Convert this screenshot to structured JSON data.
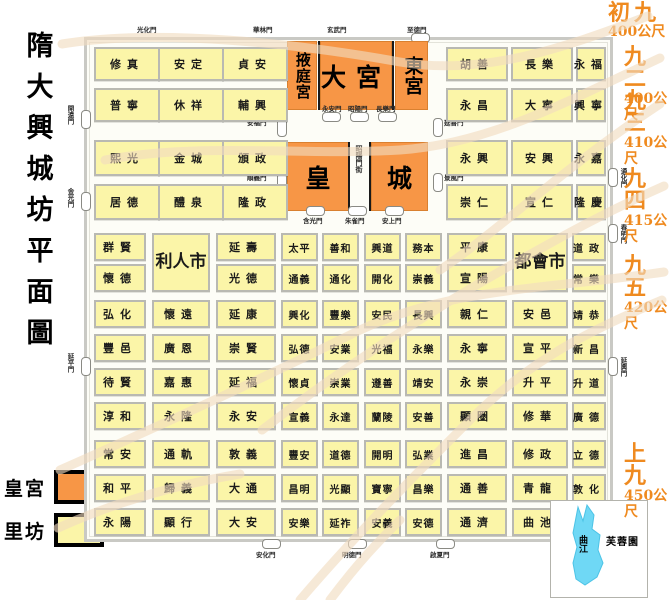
{
  "title": {
    "chars": [
      "隋",
      "大",
      "興",
      "城",
      "坊",
      "平",
      "面",
      "圖"
    ],
    "full": "隋大興城坊平面圖"
  },
  "legend": {
    "items": [
      {
        "label": "皇宮",
        "color": "#f79646",
        "name": "palace"
      },
      {
        "label": "里坊",
        "color": "#fbf5a8",
        "name": "ward"
      }
    ]
  },
  "palaces": [
    {
      "id": "yetinggong",
      "label": "掖庭宮",
      "size": "small"
    },
    {
      "id": "dagong",
      "label": "大宮",
      "size": "large"
    },
    {
      "id": "donggong",
      "label": "東宮",
      "size": "small"
    },
    {
      "id": "huang",
      "label": "皇",
      "size": "large"
    },
    {
      "id": "cheng",
      "label": "城",
      "size": "large"
    }
  ],
  "street_label": "昭陽門街",
  "gates": {
    "north": [
      "光化門",
      "華林門",
      "玄武門",
      "至德門"
    ],
    "palace_south": [
      "永安門",
      "昭陽門",
      "長樂門"
    ],
    "imperial_south": [
      "含光門",
      "朱雀門",
      "安上門"
    ],
    "west": [
      "開遠門",
      "金光門",
      "延平門"
    ],
    "east": [
      "通化門",
      "春明門",
      "延興門"
    ],
    "south": [
      "安化門",
      "明德門",
      "啟夏門"
    ],
    "inner_west": [
      "安福門",
      "順義門"
    ],
    "inner_east": [
      "延喜門",
      "景風門"
    ]
  },
  "annotations": [
    {
      "name": "chujiu",
      "line1": "初九",
      "line2": "400公尺"
    },
    {
      "name": "jiuer",
      "line1": "九二",
      "line2": "400公尺"
    },
    {
      "name": "jiusan",
      "line1": "九三",
      "line2": "410公尺"
    },
    {
      "name": "jiusi",
      "line1": "九四",
      "line2": "415公尺"
    },
    {
      "name": "jiuwu",
      "line1": "九五",
      "line2": "420公尺"
    },
    {
      "name": "shangjiu",
      "line1": "上九",
      "line2": "450公尺"
    }
  ],
  "pond": {
    "garden_label": "芙蓉園",
    "water_label": "曲江",
    "water_color": "#6fd8f5"
  },
  "wards": {
    "r1": [
      "修真",
      "安定",
      "貞安"
    ],
    "r2": [
      "普寧",
      "休祥",
      "輔興"
    ],
    "r3": [
      "熙光",
      "金城",
      "頒政"
    ],
    "r4": [
      "居德",
      "醴泉",
      "隆政"
    ],
    "r1e": [
      "胡善",
      "長樂",
      "永福"
    ],
    "r2e": [
      "永昌",
      "大寧",
      "興寧"
    ],
    "r3e": [
      "永興",
      "安興",
      "永嘉"
    ],
    "r4e": [
      "崇仁",
      "宣仁",
      "隆慶"
    ],
    "g1": [
      "群賢",
      "利人市",
      "延壽",
      "太平",
      "善和",
      "興道",
      "務本",
      "平康",
      "都會市",
      "道政"
    ],
    "g2": [
      "懷德",
      "光德",
      "通義",
      "通化",
      "開化",
      "崇義",
      "宣陽",
      "常樂"
    ],
    "g3": [
      "弘化",
      "懷遠",
      "延康",
      "興化",
      "豐樂",
      "安民",
      "長興",
      "親仁",
      "安邑",
      "靖恭"
    ],
    "g4": [
      "豐邑",
      "廣恩",
      "崇賢",
      "弘德",
      "安業",
      "光福",
      "永樂",
      "永寧",
      "宣平",
      "新昌"
    ],
    "g5": [
      "待賢",
      "嘉惠",
      "延福",
      "懷貞",
      "崇業",
      "遵善",
      "靖安",
      "永崇",
      "升平",
      "升道"
    ],
    "g6": [
      "淳和",
      "永隆",
      "永安",
      "宣義",
      "永達",
      "蘭陵",
      "安善",
      "顯圈",
      "修華",
      "廣德"
    ],
    "g7": [
      "常安",
      "通軌",
      "敦義",
      "豐安",
      "道德",
      "開明",
      "弘業",
      "進昌",
      "修政",
      "立德"
    ],
    "g8": [
      "和平",
      "歸義",
      "大通",
      "昌明",
      "光顯",
      "寶寧",
      "昌樂",
      "通善",
      "青龍",
      "敦化"
    ],
    "g9": [
      "永陽",
      "顯行",
      "大安",
      "安樂",
      "延祚",
      "安義",
      "安德",
      "通濟",
      "曲池"
    ]
  }
}
